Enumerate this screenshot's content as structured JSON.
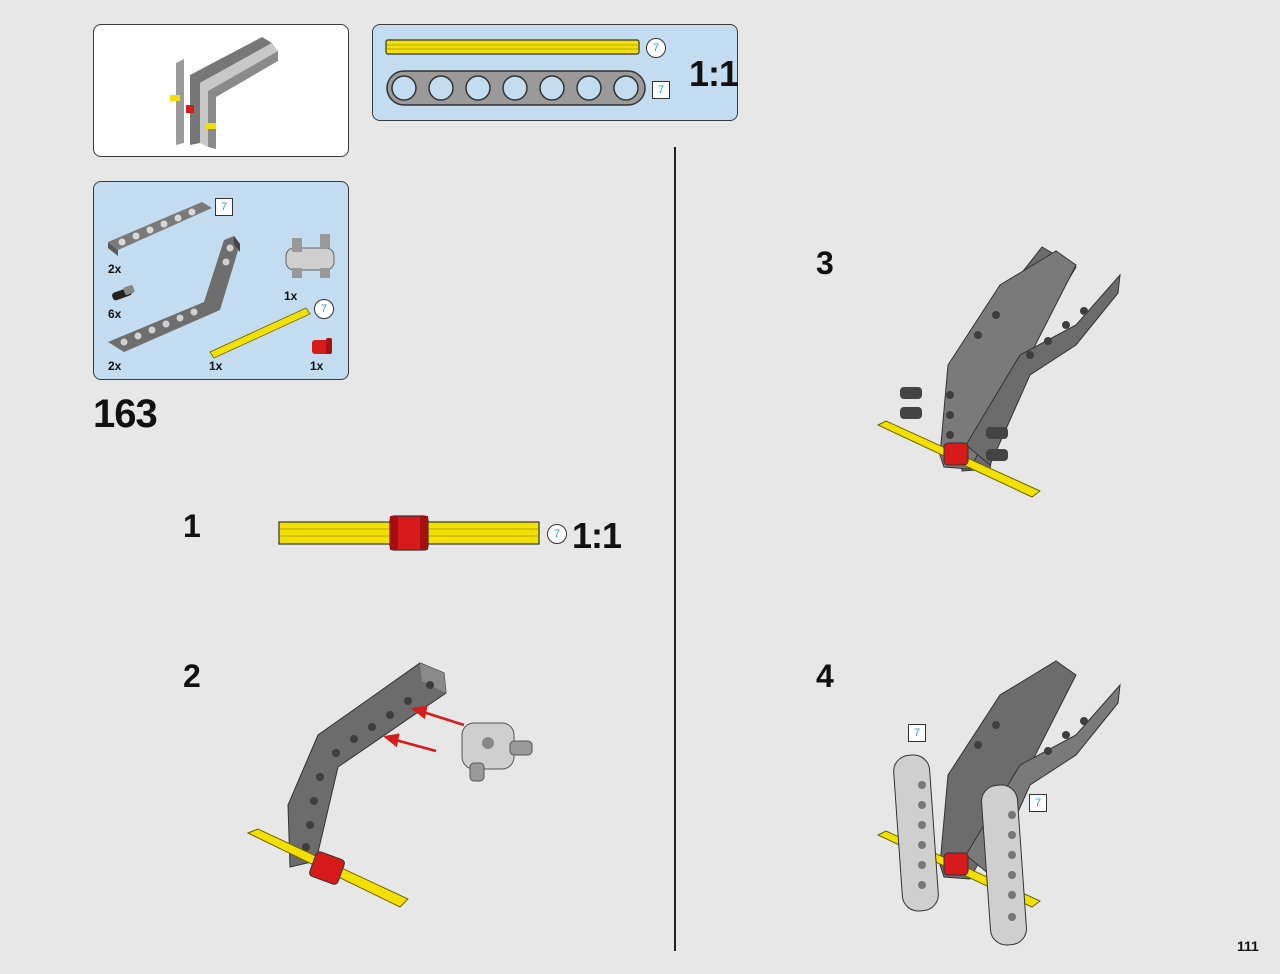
{
  "page": {
    "step_number": "163",
    "page_number": "111",
    "colors": {
      "beam_dark": "#6e6e6e",
      "beam_light": "#c7c7c7",
      "axle": "#f2e000",
      "bush": "#d71a1a",
      "panel_blue": "#c4dcf0"
    }
  },
  "progress_panel": {
    "icon": "assembled-model-preview"
  },
  "scale_panel": {
    "ratio": "1:1",
    "axle_length": "7",
    "beam_length": "7"
  },
  "parts_panel": {
    "beam_length_tag": "7",
    "axle_length_tag": "7",
    "parts": [
      {
        "name": "straight-beam-7",
        "qty": "2x"
      },
      {
        "name": "connector-peg",
        "qty": "6x"
      },
      {
        "name": "bent-beam",
        "qty": "2x"
      },
      {
        "name": "double-peg-connector",
        "qty": "1x"
      },
      {
        "name": "axle-7",
        "qty": "1x"
      },
      {
        "name": "bush",
        "qty": "1x"
      }
    ]
  },
  "substeps": [
    {
      "number": "1",
      "ratio": "1:1",
      "axle_length": "7"
    },
    {
      "number": "2"
    },
    {
      "number": "3"
    },
    {
      "number": "4",
      "beam_tags": [
        "7",
        "7"
      ]
    }
  ]
}
